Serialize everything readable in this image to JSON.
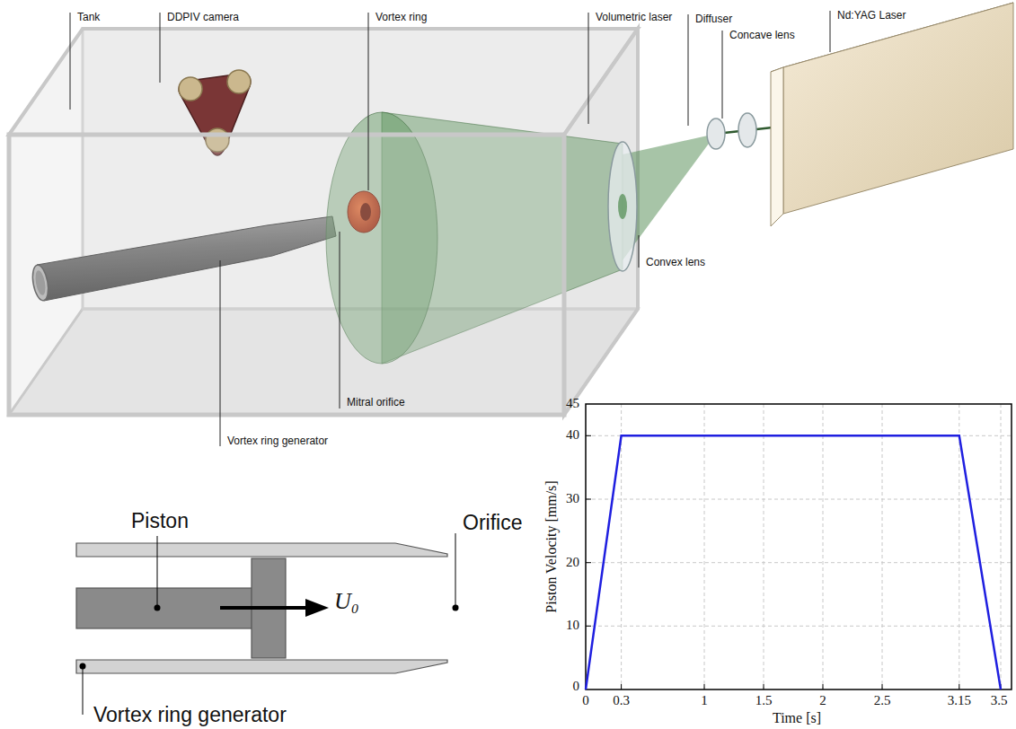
{
  "diagram": {
    "labels": [
      "Tank",
      "DDPIV camera",
      "Vortex ring",
      "Volumetric laser",
      "Diffuser",
      "Concave lens",
      "Nd:YAG Laser",
      "Convex lens",
      "Mitral orifice",
      "Vortex ring generator",
      "Piston",
      "Orifice",
      "U₀",
      "Vortex ring generator",
      "45",
      "40",
      "30",
      "20",
      "10",
      "0",
      "0",
      "0.3",
      "1",
      "1.5",
      "2",
      "2.5",
      "3.15",
      "3.5",
      "Piston Velocity [mm/s]",
      "Time [s]"
    ]
  }
}
